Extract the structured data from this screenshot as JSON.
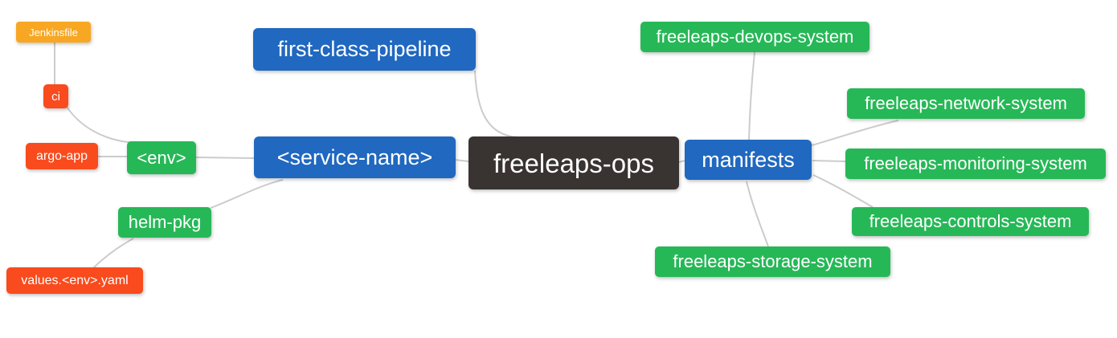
{
  "diagram": {
    "type": "mindmap",
    "root": "freeleaps-ops",
    "nodes": [
      {
        "id": "freeleaps-ops",
        "label": "freeleaps-ops",
        "level": 0,
        "color_role": "dark"
      },
      {
        "id": "first-class-pipeline",
        "label": "first-class-pipeline",
        "level": 1,
        "color_role": "blue"
      },
      {
        "id": "service-name",
        "label": "<service-name>",
        "level": 1,
        "color_role": "blue"
      },
      {
        "id": "manifests",
        "label": "manifests",
        "level": 1,
        "color_role": "blue"
      },
      {
        "id": "env",
        "label": "<env>",
        "level": 2,
        "color_role": "green"
      },
      {
        "id": "helm-pkg",
        "label": "helm-pkg",
        "level": 2,
        "color_role": "green"
      },
      {
        "id": "freeleaps-devops-system",
        "label": "freeleaps-devops-system",
        "level": 2,
        "color_role": "green"
      },
      {
        "id": "freeleaps-network-system",
        "label": "freeleaps-network-system",
        "level": 2,
        "color_role": "green"
      },
      {
        "id": "freeleaps-monitoring-system",
        "label": "freeleaps-monitoring-system",
        "level": 2,
        "color_role": "green"
      },
      {
        "id": "freeleaps-controls-system",
        "label": "freeleaps-controls-system",
        "level": 2,
        "color_role": "green"
      },
      {
        "id": "freeleaps-storage-system",
        "label": "freeleaps-storage-system",
        "level": 2,
        "color_role": "green"
      },
      {
        "id": "ci",
        "label": "ci",
        "level": 3,
        "color_role": "red"
      },
      {
        "id": "argo-app",
        "label": "argo-app",
        "level": 3,
        "color_role": "red"
      },
      {
        "id": "values-env-yaml",
        "label": "values.<env>.yaml",
        "level": 3,
        "color_role": "red"
      },
      {
        "id": "jenkinsfile",
        "label": "Jenkinsfile",
        "level": 4,
        "color_role": "orange"
      }
    ],
    "edges": [
      [
        "freeleaps-ops",
        "first-class-pipeline"
      ],
      [
        "freeleaps-ops",
        "<service-name>"
      ],
      [
        "freeleaps-ops",
        "manifests"
      ],
      [
        "<service-name>",
        "<env>"
      ],
      [
        "<service-name>",
        "helm-pkg"
      ],
      [
        "<env>",
        "ci"
      ],
      [
        "<env>",
        "argo-app"
      ],
      [
        "ci",
        "Jenkinsfile"
      ],
      [
        "helm-pkg",
        "values.<env>.yaml"
      ],
      [
        "manifests",
        "freeleaps-devops-system"
      ],
      [
        "manifests",
        "freeleaps-network-system"
      ],
      [
        "manifests",
        "freeleaps-monitoring-system"
      ],
      [
        "manifests",
        "freeleaps-controls-system"
      ],
      [
        "manifests",
        "freeleaps-storage-system"
      ]
    ]
  },
  "palette": {
    "dark": "#393331",
    "blue": "#2068c0",
    "green": "#26b857",
    "red": "#f94b1d",
    "orange": "#f8a722",
    "edge": "#cccccc",
    "background": "#ffffff",
    "text": "#ffffff"
  }
}
